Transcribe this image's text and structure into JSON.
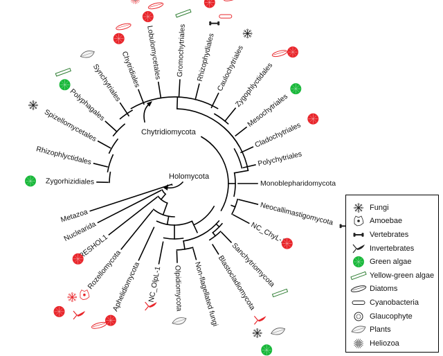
{
  "figure": {
    "clade_labels": {
      "chytridiomycota": "Chytridiomycota",
      "holomycota": "Holomycota"
    },
    "leaves": [
      {
        "id": "zygorhizidiales",
        "label": "Zygorhizidiales",
        "icons": [
          {
            "type": "green-algae",
            "color": "green"
          }
        ]
      },
      {
        "id": "rhizophlyctidales",
        "label": "Rhizophlyctidales",
        "icons": []
      },
      {
        "id": "spizellomycetales",
        "label": "Spizellomycetales",
        "icons": [
          {
            "type": "fungi",
            "color": "black"
          }
        ]
      },
      {
        "id": "polyphagales",
        "label": "Polyphagales",
        "icons": [
          {
            "type": "green-algae",
            "color": "green"
          },
          {
            "type": "yellow-green-algae",
            "color": "green"
          }
        ]
      },
      {
        "id": "synchytriales",
        "label": "Synchytriales",
        "icons": [
          {
            "type": "plants",
            "color": "black"
          }
        ]
      },
      {
        "id": "chytridiales",
        "label": "Chytridiales",
        "icons": [
          {
            "type": "green-algae",
            "color": "red"
          },
          {
            "type": "diatoms",
            "color": "red"
          }
        ]
      },
      {
        "id": "lobulomycetales",
        "label": "Lobulomycetales",
        "icons": [
          {
            "type": "green-algae",
            "color": "red"
          },
          {
            "type": "diatoms",
            "color": "red"
          },
          {
            "type": "heliozoa",
            "color": "red"
          }
        ]
      },
      {
        "id": "gromochytriales",
        "label": "Gromochytriales",
        "icons": [
          {
            "type": "yellow-green-algae",
            "color": "green"
          }
        ]
      },
      {
        "id": "rhizophydiales",
        "label": "Rhizophydiales",
        "icons": [
          {
            "type": "vertebrates",
            "color": "black"
          },
          {
            "type": "cyanobacteria",
            "color": "red"
          },
          {
            "type": "green-algae",
            "color": "red"
          },
          {
            "type": "diatoms",
            "color": "red"
          },
          {
            "type": "glaucophyte",
            "color": "red"
          }
        ]
      },
      {
        "id": "caulochytriales",
        "label": "Caulochytriales",
        "icons": [
          {
            "type": "fungi",
            "color": "black"
          }
        ]
      },
      {
        "id": "zygophlyctidales",
        "label": "Zygophlyctidales",
        "icons": [
          {
            "type": "diatoms",
            "color": "red"
          },
          {
            "type": "green-algae",
            "color": "red"
          }
        ]
      },
      {
        "id": "mesochytriales",
        "label": "Mesochytriales",
        "icons": [
          {
            "type": "green-algae",
            "color": "green"
          }
        ]
      },
      {
        "id": "cladochytriales",
        "label": "Cladochytriales",
        "icons": [
          {
            "type": "green-algae",
            "color": "red"
          }
        ]
      },
      {
        "id": "polychytriales",
        "label": "Polychytriales",
        "icons": []
      },
      {
        "id": "monoblepharidomycota",
        "label": "Monoblepharidomycota",
        "icons": []
      },
      {
        "id": "neocallimastigomycota",
        "label": "Neocallimastigomycota",
        "icons": [
          {
            "type": "vertebrates",
            "color": "black"
          }
        ]
      },
      {
        "id": "nc-chyl-1",
        "label": "NC_ChyL-1",
        "icons": [
          {
            "type": "green-algae",
            "color": "red"
          }
        ]
      },
      {
        "id": "sanchytriomycota",
        "label": "Sanchytriomycota",
        "icons": [
          {
            "type": "yellow-green-algae",
            "color": "green"
          }
        ]
      },
      {
        "id": "blastocladiomycota",
        "label": "Blastocladiomycota",
        "icons": [
          {
            "type": "invertebrates",
            "color": "red"
          },
          {
            "type": "fungi",
            "color": "black"
          },
          {
            "type": "plants",
            "color": "black"
          },
          {
            "type": "green-algae",
            "color": "green"
          }
        ]
      },
      {
        "id": "non-flagellated-fungi",
        "label": "Non-flagellated fungi",
        "icons": []
      },
      {
        "id": "olpidiomycota",
        "label": "Olpidiomycota",
        "icons": [
          {
            "type": "plants",
            "color": "black"
          }
        ]
      },
      {
        "id": "nc-olpl-1",
        "label": "NC_OlpL-1",
        "icons": [
          {
            "type": "invertebrates",
            "color": "red"
          }
        ]
      },
      {
        "id": "aphelidiomycota",
        "label": "Aphelidiomycota",
        "icons": [
          {
            "type": "green-algae",
            "color": "red"
          },
          {
            "type": "diatoms",
            "color": "red"
          }
        ]
      },
      {
        "id": "rozellomycota",
        "label": "Rozellomycota",
        "icons": [
          {
            "type": "amoebae",
            "color": "red"
          },
          {
            "type": "fungi",
            "color": "red"
          },
          {
            "type": "invertebrates",
            "color": "red"
          },
          {
            "type": "green-algae",
            "color": "red"
          }
        ]
      },
      {
        "id": "freshol1",
        "label": "FRESHOL1",
        "icons": [
          {
            "type": "green-algae",
            "color": "red"
          }
        ]
      },
      {
        "id": "nuclearida",
        "label": "Nuclearida",
        "icons": []
      },
      {
        "id": "metazoa",
        "label": "Metazoa",
        "icons": []
      }
    ],
    "colors": {
      "red": "#e8262b",
      "green": "#19b83a",
      "black": "#222222"
    }
  },
  "legend": {
    "items": [
      {
        "icon": "fungi",
        "label": "Fungi"
      },
      {
        "icon": "amoebae",
        "label": "Amoebae"
      },
      {
        "icon": "vertebrates",
        "label": "Vertebrates"
      },
      {
        "icon": "invertebrates",
        "label": "Invertebrates"
      },
      {
        "icon": "green-algae",
        "label": "Green algae"
      },
      {
        "icon": "yellow-green-algae",
        "label": "Yellow-green algae"
      },
      {
        "icon": "diatoms",
        "label": "Diatoms"
      },
      {
        "icon": "cyanobacteria",
        "label": "Cyanobacteria"
      },
      {
        "icon": "glaucophyte",
        "label": "Glaucophyte"
      },
      {
        "icon": "plants",
        "label": "Plants"
      },
      {
        "icon": "heliozoa",
        "label": "Heliozoa"
      }
    ]
  }
}
